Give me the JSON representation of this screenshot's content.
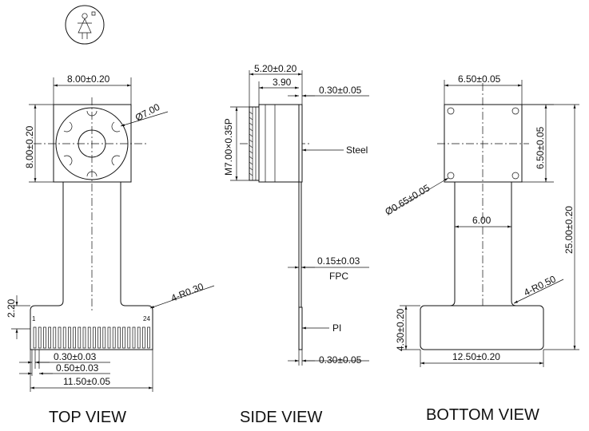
{
  "views": {
    "top": "TOP VIEW",
    "side": "SIDE VIEW",
    "bottom": "BOTTOM VIEW"
  },
  "top": {
    "width": "8.00±0.20",
    "height": "8.00±0.20",
    "lens_dia": "Ø7.00",
    "fpc_height": "2.20",
    "corner_radius": "4-R0.30",
    "pin_first": "1",
    "pin_last": "24",
    "pin_width": "0.30±0.03",
    "pin_pitch": "0.50±0.03",
    "connector_width": "11.50±0.05"
  },
  "side": {
    "total_len": "5.20±0.20",
    "body_len": "3.90",
    "thread": "M7.00×0.35P",
    "steel_thk": "0.30±0.05",
    "steel": "Steel",
    "fpc_thk": "0.15±0.03",
    "fpc": "FPC",
    "pi": "PI",
    "pi_thk": "0.30±0.05"
  },
  "bottom": {
    "pad_width": "6.50±0.05",
    "pad_height": "6.50±0.05",
    "hole_dia": "Ø0.65±0.05",
    "fpc_width": "6.00",
    "total_len": "25.00±0.20",
    "corner_radius": "4-R0.50",
    "conn_height": "4.30±0.20",
    "conn_width": "12.50±0.20"
  }
}
